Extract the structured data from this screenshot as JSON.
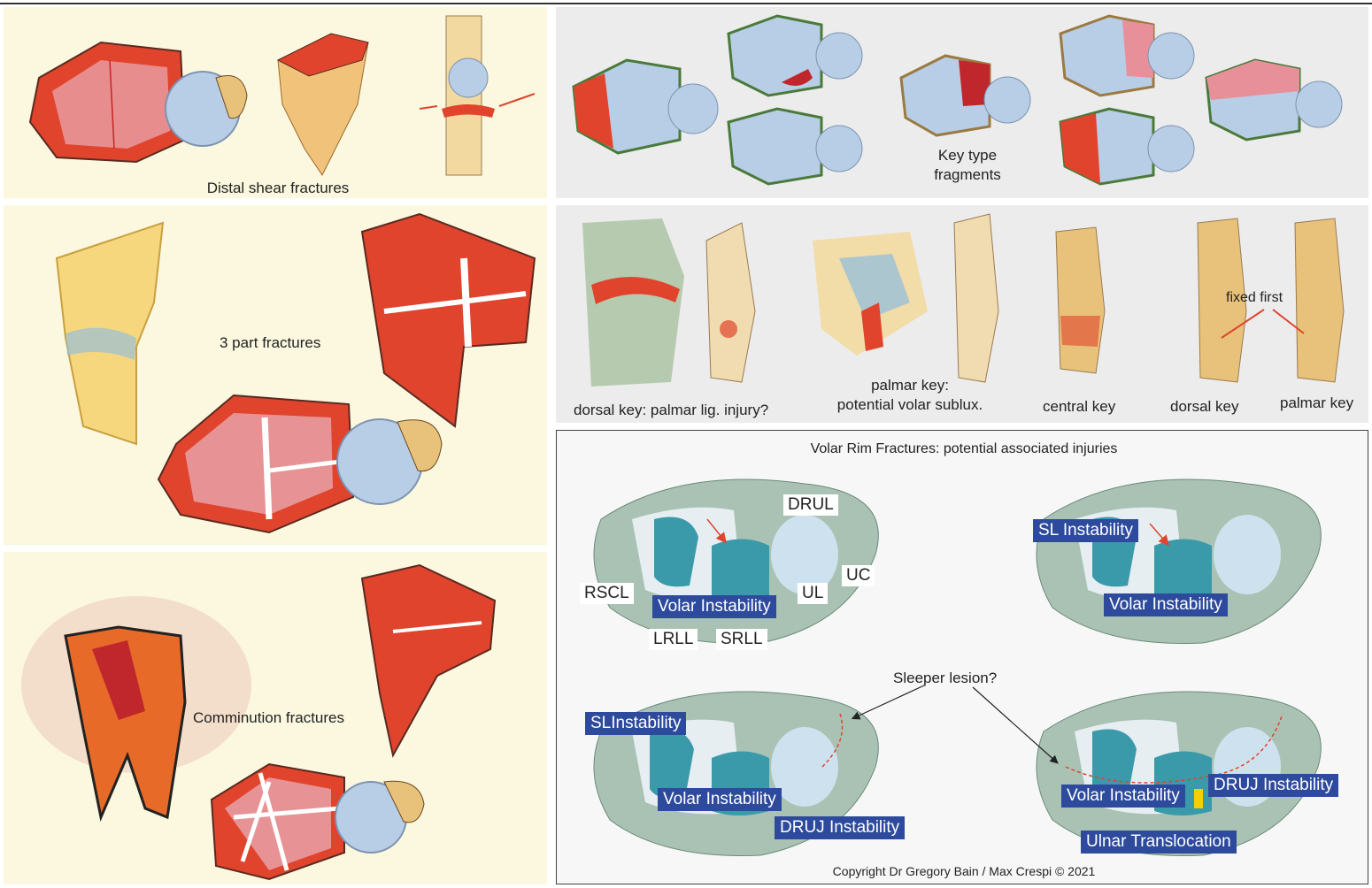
{
  "panels": {
    "distal_shear": {
      "caption": "Distal shear fractures"
    },
    "key_type": {
      "caption_line1": "Key type",
      "caption_line2": "fragments"
    },
    "three_part": {
      "caption": "3 part fractures"
    },
    "comminution": {
      "caption": "Comminution fractures"
    },
    "key_types_row": {
      "dorsal_key_palmar": "dorsal key: palmar lig. injury?",
      "palmar_key_line1": "palmar key:",
      "palmar_key_line2": "potential volar sublux.",
      "central_key": "central key",
      "dorsal_key": "dorsal key",
      "palmar_key": "palmar key",
      "fixed_first": "fixed first"
    },
    "volar_rim": {
      "title": "Volar Rim Fractures: potential associated injuries",
      "ligaments": {
        "drul": "DRUL",
        "uc": "UC",
        "ul": "UL",
        "rscl": "RSCL",
        "lrll": "LRLL",
        "srll": "SRLL"
      },
      "tags": {
        "volar_instability_1": "Volar Instability",
        "sl_instability": "SL Instability",
        "volar_instability_2": "Volar Instability",
        "slinstability": "SLInstability",
        "volar_instability_3": "Volar Instability",
        "druj_instability_1": "DRUJ Instability",
        "volar_instability_4": "Volar Instability",
        "druj_instability_2": "DRUJ Instability",
        "ulnar_translocation": "Ulnar Translocation"
      },
      "sleeper": "Sleeper lesion?",
      "copyright": "Copyright Dr Gregory Bain / Max Crespi © 2021"
    }
  },
  "colors": {
    "tag_blue": "#2d4a9c",
    "fracture_red": "#e0442c",
    "bone_tan": "#e8c27a",
    "cartilage_blue": "#b8cde6",
    "ligament_green": "#a9c2b4"
  }
}
